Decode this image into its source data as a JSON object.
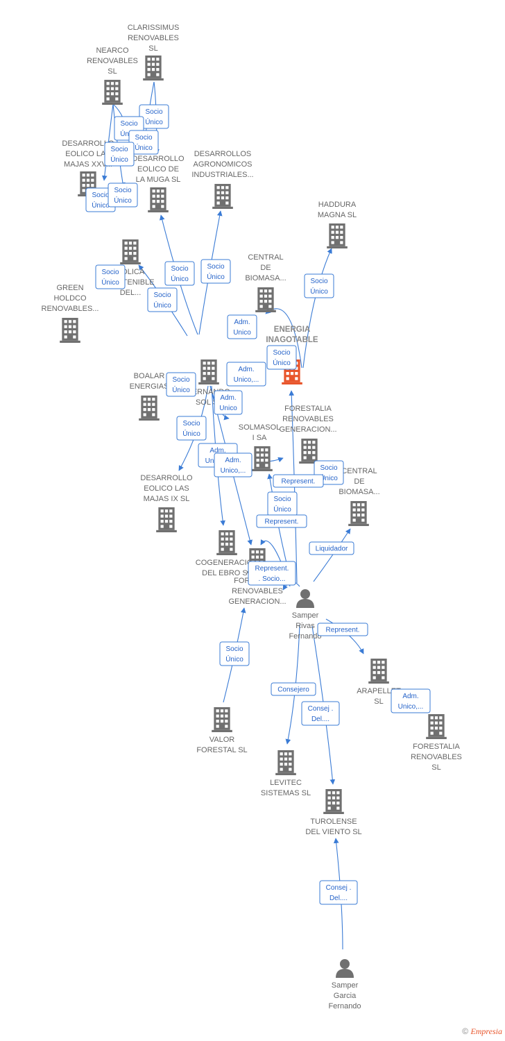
{
  "nodes": [
    {
      "id": "clarissimus",
      "kind": "company",
      "lines": [
        "CLARISSIMUS",
        "RENOVABLES",
        "SL"
      ]
    },
    {
      "id": "nearco",
      "kind": "company",
      "lines": [
        "NEARCO",
        "RENOVABLES",
        "SL"
      ]
    },
    {
      "id": "desarrollo_xxv",
      "kind": "company",
      "lines": [
        "DESARROLLO",
        "EOLICO LAS",
        "MAJAS XXV..."
      ]
    },
    {
      "id": "desarrollo_muga",
      "kind": "company",
      "lines": [
        "DESARROLLO",
        "EOLICO DE",
        "LA MUGA SL"
      ]
    },
    {
      "id": "desarrollos_agro",
      "kind": "company",
      "lines": [
        "DESARROLLOS",
        "AGRONOMICOS",
        "INDUSTRIALES..."
      ]
    },
    {
      "id": "eolica_sostenible",
      "kind": "company",
      "lines": [
        "EOLICA",
        "SOSTENIBLE",
        "DEL..."
      ]
    },
    {
      "id": "haddura",
      "kind": "company",
      "lines": [
        "HADDURA",
        "MAGNA  SL"
      ]
    },
    {
      "id": "central1",
      "kind": "company",
      "lines": [
        "CENTRAL",
        "DE",
        "BIOMASA..."
      ]
    },
    {
      "id": "green_holdco",
      "kind": "company",
      "lines": [
        "GREEN",
        "HOLDCO",
        "RENOVABLES..."
      ]
    },
    {
      "id": "energia",
      "kind": "center",
      "lines": [
        "ENERGIA",
        "INAGOTABLE",
        "..."
      ]
    },
    {
      "id": "fernando_sol",
      "kind": "company",
      "lines": [
        "FERNANDO",
        "SOL SL"
      ]
    },
    {
      "id": "boalar",
      "kind": "company",
      "lines": [
        "BOALAR",
        "ENERGIAS"
      ]
    },
    {
      "id": "forestalia_gen1",
      "kind": "company",
      "lines": [
        "FORESTALIA",
        "RENOVABLES",
        "GENERACION..."
      ]
    },
    {
      "id": "solmasol",
      "kind": "company",
      "lines": [
        "SOLMASOL",
        "I SA"
      ]
    },
    {
      "id": "central2",
      "kind": "company",
      "lines": [
        "CENTRAL",
        "DE",
        "BIOMASA..."
      ]
    },
    {
      "id": "desarrollo_ix",
      "kind": "company",
      "lines": [
        "DESARROLLO",
        "EOLICO LAS",
        "MAJAS IX  SL"
      ]
    },
    {
      "id": "cogeneracion",
      "kind": "company",
      "lines": [
        "COGENERACION",
        "DEL EBRO  SL"
      ]
    },
    {
      "id": "forestalia_gen2",
      "kind": "company",
      "lines": [
        "FORESTALIA",
        "RENOVABLES",
        "GENERACION..."
      ]
    },
    {
      "id": "samper_rivas",
      "kind": "person",
      "lines": [
        "Samper",
        "Rivas",
        "Fernando"
      ]
    },
    {
      "id": "arapellet",
      "kind": "company",
      "lines": [
        "ARAPELLET",
        "SL"
      ]
    },
    {
      "id": "forestalia_sl",
      "kind": "company",
      "lines": [
        "FORESTALIA",
        "RENOVABLES",
        "SL"
      ]
    },
    {
      "id": "valor_forestal",
      "kind": "company",
      "lines": [
        "VALOR",
        "FORESTAL SL"
      ]
    },
    {
      "id": "levitec",
      "kind": "company",
      "lines": [
        "LEVITEC",
        "SISTEMAS  SL"
      ]
    },
    {
      "id": "turolense",
      "kind": "company",
      "lines": [
        "TUROLENSE",
        "DEL VIENTO SL"
      ]
    },
    {
      "id": "samper_garcia",
      "kind": "person",
      "lines": [
        "Samper",
        "Garcia",
        "Fernando"
      ]
    }
  ],
  "relations": [
    {
      "label": [
        "Socio",
        "Único"
      ]
    },
    {
      "label": [
        "Socio",
        "Único"
      ]
    },
    {
      "label": [
        "Socio",
        "Único"
      ]
    },
    {
      "label": [
        "Socio",
        "Único"
      ]
    },
    {
      "label": [
        "Socio",
        "Único"
      ]
    },
    {
      "label": [
        "Socio",
        "Único"
      ]
    },
    {
      "label": [
        "Socio",
        "Único"
      ]
    },
    {
      "label": [
        "Socio",
        "Único"
      ]
    },
    {
      "label": [
        "Socio",
        "Único"
      ]
    },
    {
      "label": [
        "Socio",
        "Único"
      ]
    },
    {
      "label": [
        "Socio",
        "Único"
      ]
    },
    {
      "label": [
        "Adm.",
        "Unico"
      ]
    },
    {
      "label": [
        "Socio",
        "Único"
      ]
    },
    {
      "label": [
        "Adm.",
        "Unico,..."
      ]
    },
    {
      "label": [
        "Socio",
        "Único"
      ]
    },
    {
      "label": [
        "Adm.",
        "Unico"
      ]
    },
    {
      "label": [
        "Socio",
        "Único"
      ]
    },
    {
      "label": [
        "Adm.",
        "Unico,..."
      ]
    },
    {
      "label": [
        "Adm.",
        "Unico,..."
      ]
    },
    {
      "label": [
        "Socio",
        "Único"
      ]
    },
    {
      "label": [
        "Represent."
      ]
    },
    {
      "label": [
        "Socio",
        "Único"
      ]
    },
    {
      "label": [
        "Represent."
      ]
    },
    {
      "label": [
        "Liquidador"
      ]
    },
    {
      "label": [
        "Represent.",
        ". Socio..."
      ]
    },
    {
      "label": [
        "Socio",
        "Único"
      ]
    },
    {
      "label": [
        "Represent."
      ]
    },
    {
      "label": [
        "Adm.",
        "Unico,..."
      ]
    },
    {
      "label": [
        "Consejero"
      ]
    },
    {
      "label": [
        "Consej .",
        "Del...."
      ]
    },
    {
      "label": [
        "Consej .",
        "Del...."
      ]
    }
  ],
  "footer": {
    "copyright": "©",
    "brand": "Empresia"
  },
  "colors": {
    "edge": "#3a7bd5",
    "icon": "#707070",
    "center_icon": "#e8552b",
    "label": "#666666"
  }
}
